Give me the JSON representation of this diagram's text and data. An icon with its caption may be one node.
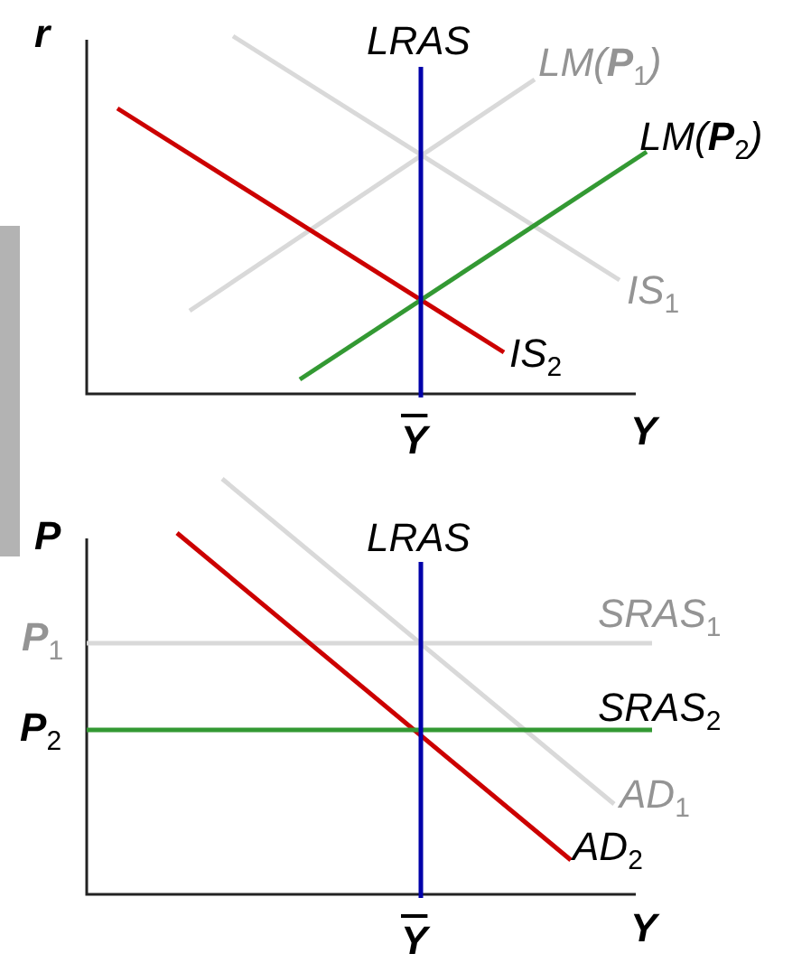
{
  "diagram": {
    "labels": [
      "r",
      "LRAS",
      "LM(**P**$_{1}$)",
      "LM(**P**$_{2}$)",
      "IS$_{1}$",
      "IS$_{2}$",
      "Y",
      "Y",
      "P",
      "LRAS",
      "**P**$_{1}$",
      "SRAS$_{1}$",
      "**P**$_{2}$",
      "SRAS$_{2}$",
      "AD$_{1}$",
      "AD$_{2}$",
      "Y",
      "Y"
    ]
  }
}
